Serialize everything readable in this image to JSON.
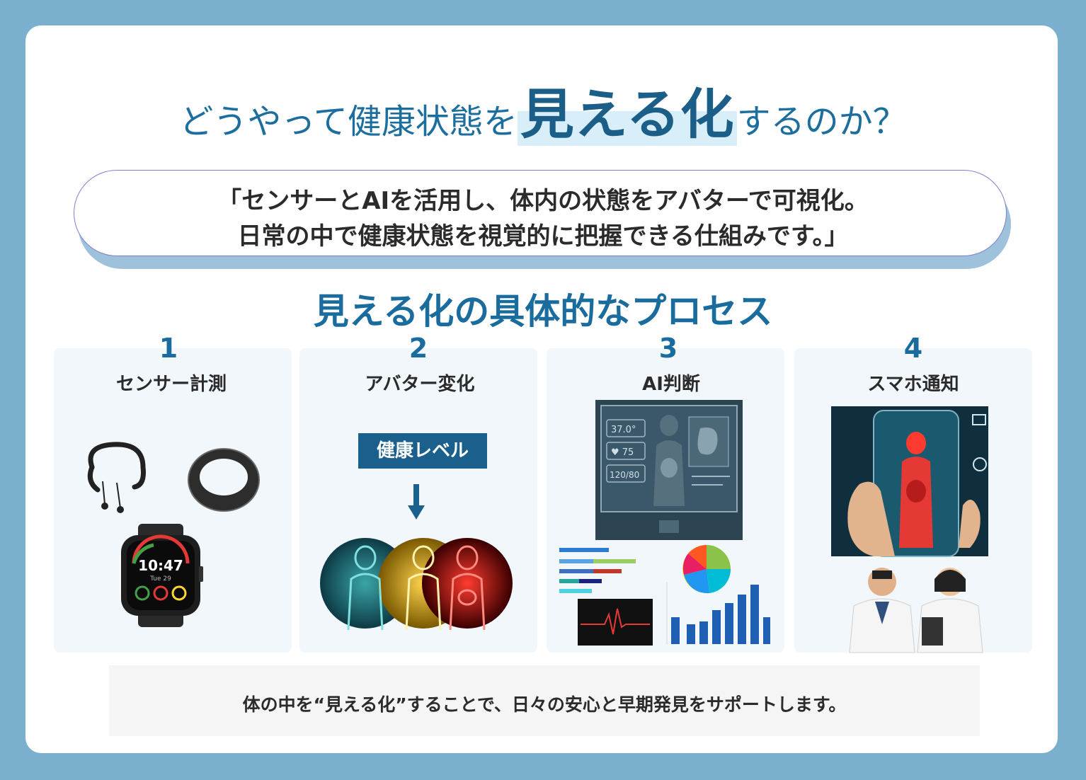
{
  "title": {
    "before": "どうやって健康状態を",
    "highlight": "見える化",
    "after": "するのか？"
  },
  "quote": {
    "line1": "「センサーとAIを活用し、体内の状態をアバターで可視化。",
    "line2": "日常の中で健康状態を視覚的に把握できる仕組みです。」"
  },
  "process_title": "見える化の具体的なプロセス",
  "steps": [
    {
      "number": "1",
      "label": "センサー計測"
    },
    {
      "number": "2",
      "label": "アバター変化",
      "badge": "健康レベル"
    },
    {
      "number": "3",
      "label": "AI判断",
      "readouts": [
        "37.0°",
        "♥ 75",
        "120/80"
      ]
    },
    {
      "number": "4",
      "label": "スマホ通知"
    }
  ],
  "watch": {
    "time": "10:47",
    "date": "Tue 29"
  },
  "footer": "体の中を“見える化”することで、日々の安心と早期発見をサポートします。",
  "colors": {
    "frame": "#7ab0cd",
    "title_blue": "#1c6e9f",
    "highlight_bg": "#d8eef9",
    "badge_bg": "#1b5f8c",
    "card_bg": "#f1f7fb"
  }
}
